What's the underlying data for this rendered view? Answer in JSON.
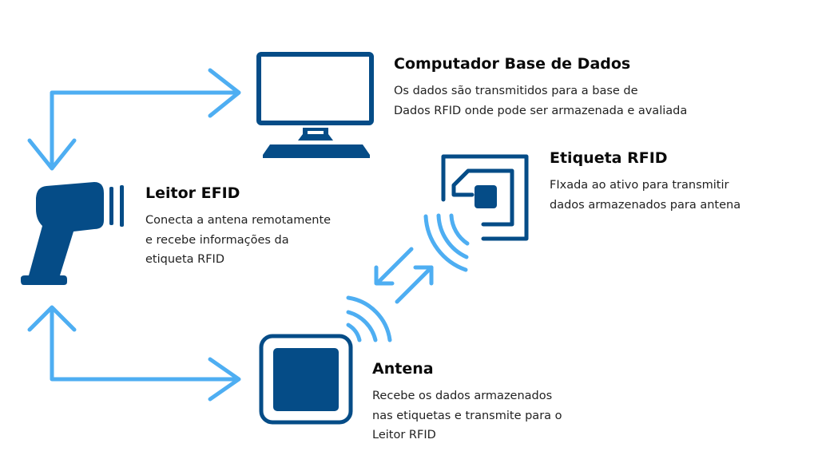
{
  "colors": {
    "dark_blue": "#054c87",
    "light_blue": "#4eaef2"
  },
  "computer": {
    "title": "Computador Base de Dados",
    "lines": [
      "Os dados são transmitidos para a base de",
      "Dados RFID onde pode ser armazenada e avaliada"
    ]
  },
  "tag": {
    "title": "Etiqueta RFID",
    "lines": [
      "FIxada ao ativo para transmitir",
      "dados armazenados para antena"
    ]
  },
  "reader": {
    "title": "Leitor EFID",
    "lines": [
      "Conecta a antena remotamente",
      "e recebe informações da",
      "etiqueta RFID"
    ]
  },
  "antenna": {
    "title": "Antena",
    "lines": [
      "Recebe os dados armazenados",
      "nas etiquetas e transmite para o",
      "Leitor RFID"
    ]
  }
}
